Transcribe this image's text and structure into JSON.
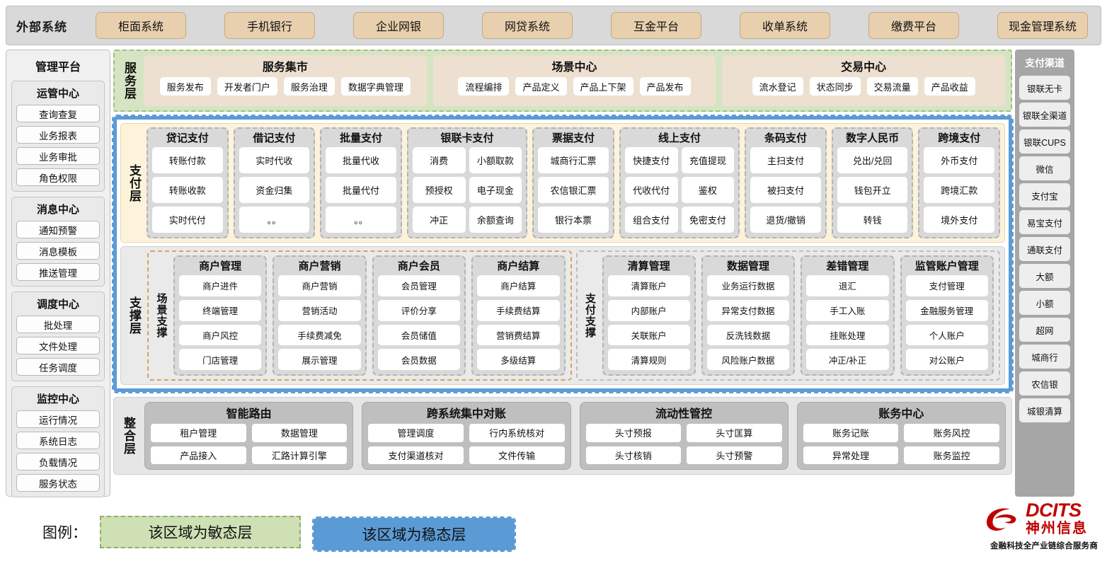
{
  "external": {
    "title": "外部系统",
    "items": [
      "柜面系统",
      "手机银行",
      "企业网银",
      "网贷系统",
      "互金平台",
      "收单系统",
      "缴费平台",
      "现金管理系统"
    ]
  },
  "management": {
    "title": "管理平台",
    "groups": [
      {
        "title": "运管中心",
        "items": [
          "查询查复",
          "业务报表",
          "业务审批",
          "角色权限"
        ]
      },
      {
        "title": "消息中心",
        "items": [
          "通知预警",
          "消息模板",
          "推送管理"
        ]
      },
      {
        "title": "调度中心",
        "items": [
          "批处理",
          "文件处理",
          "任务调度"
        ]
      },
      {
        "title": "监控中心",
        "items": [
          "运行情况",
          "系统日志",
          "负载情况",
          "服务状态"
        ]
      }
    ]
  },
  "channels": {
    "title": "支付渠道",
    "items": [
      "银联无卡",
      "银联全渠道",
      "银联CUPS",
      "微信",
      "支付宝",
      "易宝支付",
      "通联支付",
      "大额",
      "小额",
      "超网",
      "城商行",
      "农信银",
      "城银清算"
    ]
  },
  "service_layer": {
    "label": "服务层",
    "cards": [
      {
        "title": "服务集市",
        "items": [
          "服务发布",
          "开发者门户",
          "服务治理",
          "数据字典管理"
        ]
      },
      {
        "title": "场景中心",
        "items": [
          "流程编排",
          "产品定义",
          "产品上下架",
          "产品发布"
        ]
      },
      {
        "title": "交易中心",
        "items": [
          "流水登记",
          "状态同步",
          "交易流量",
          "产品收益"
        ]
      }
    ]
  },
  "payment_layer": {
    "label": "支付层",
    "groups": [
      {
        "title": "贷记支付",
        "cols": 1,
        "items": [
          "转账付款",
          "转账收款",
          "实时代付"
        ]
      },
      {
        "title": "借记支付",
        "cols": 1,
        "items": [
          "实时代收",
          "资金归集",
          "。。"
        ]
      },
      {
        "title": "批量支付",
        "cols": 1,
        "items": [
          "批量代收",
          "批量代付",
          "。。"
        ]
      },
      {
        "title": "银联卡支付",
        "cols": 2,
        "items": [
          "消费",
          "小额取款",
          "预授权",
          "电子现金",
          "冲正",
          "余额查询"
        ]
      },
      {
        "title": "票据支付",
        "cols": 1,
        "items": [
          "城商行汇票",
          "农信银汇票",
          "银行本票"
        ]
      },
      {
        "title": "线上支付",
        "cols": 2,
        "items": [
          "快捷支付",
          "充值提现",
          "代收代付",
          "鉴权",
          "组合支付",
          "免密支付"
        ]
      },
      {
        "title": "条码支付",
        "cols": 1,
        "items": [
          "主扫支付",
          "被扫支付",
          "退货/撤销"
        ]
      },
      {
        "title": "数字人民币",
        "cols": 1,
        "items": [
          "兑出/兑回",
          "钱包开立",
          "转钱"
        ]
      },
      {
        "title": "跨境支付",
        "cols": 1,
        "items": [
          "外币支付",
          "跨境汇款",
          "境外支付"
        ]
      }
    ]
  },
  "support_layer": {
    "label": "支撑层",
    "scene": {
      "label": "场景支撑",
      "groups": [
        {
          "title": "商户管理",
          "items": [
            "商户进件",
            "终端管理",
            "商户风控",
            "门店管理"
          ]
        },
        {
          "title": "商户营销",
          "items": [
            "商户营销",
            "营销活动",
            "手续费减免",
            "展示管理"
          ]
        },
        {
          "title": "商户会员",
          "items": [
            "会员管理",
            "评价分享",
            "会员储值",
            "会员数据"
          ]
        },
        {
          "title": "商户结算",
          "items": [
            "商户结算",
            "手续费结算",
            "营销费结算",
            "多级结算"
          ]
        }
      ]
    },
    "paysup": {
      "label": "支付支撑",
      "groups": [
        {
          "title": "清算管理",
          "items": [
            "清算账户",
            "内部账户",
            "关联账户",
            "清算规则"
          ]
        },
        {
          "title": "数据管理",
          "items": [
            "业务运行数据",
            "异常支付数据",
            "反洗钱数据",
            "风险账户数据"
          ]
        },
        {
          "title": "差错管理",
          "items": [
            "退汇",
            "手工入账",
            "挂账处理",
            "冲正/补正"
          ]
        },
        {
          "title": "监管账户管理",
          "items": [
            "支付管理",
            "金融服务管理",
            "个人账户",
            "对公账户"
          ]
        }
      ]
    }
  },
  "integration_layer": {
    "label": "整合层",
    "groups": [
      {
        "title": "智能路由",
        "items": [
          "租户管理",
          "数据管理",
          "产品接入",
          "汇路计算引擎"
        ]
      },
      {
        "title": "跨系统集中对账",
        "items": [
          "管理调度",
          "行内系统核对",
          "支付渠道核对",
          "文件传输"
        ]
      },
      {
        "title": "流动性管控",
        "items": [
          "头寸预报",
          "头寸匡算",
          "头寸核销",
          "头寸预警"
        ]
      },
      {
        "title": "账务中心",
        "items": [
          "账务记账",
          "账务风控",
          "异常处理",
          "账务监控"
        ]
      }
    ]
  },
  "legend": {
    "label": "图例：",
    "agile": "该区域为敏态层",
    "stable": "该区域为稳态层",
    "agile_color": "#cfe0b4",
    "stable_color": "#5b9bd5"
  },
  "logo": {
    "en": "DCITS",
    "cn": "神州信息",
    "tagline": "金融科技全产业链综合服务商",
    "color": "#c00000"
  }
}
